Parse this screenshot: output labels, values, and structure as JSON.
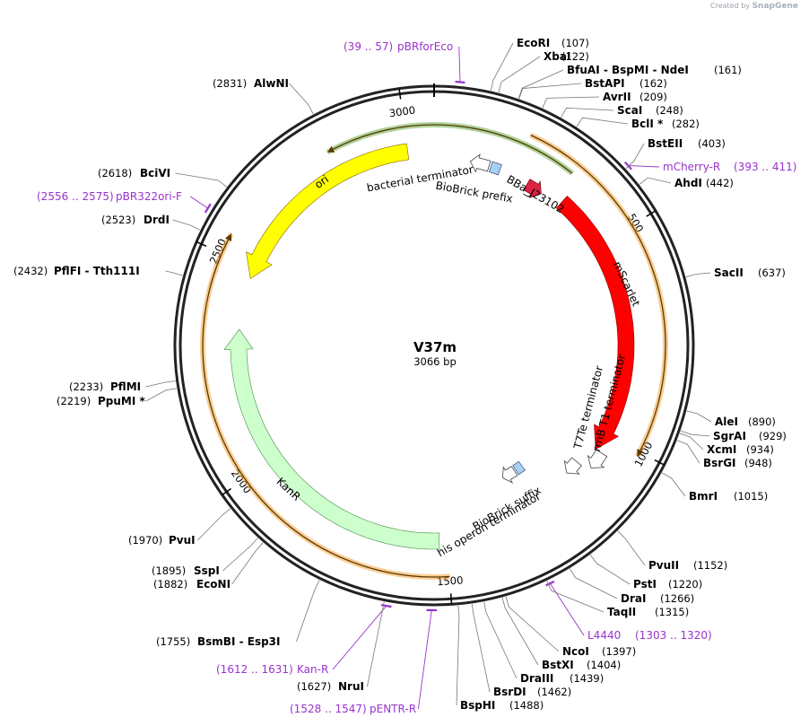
{
  "brand": {
    "prefix": "Created by",
    "name": "SnapGene"
  },
  "plasmid": {
    "name": "V37m",
    "length_label": "3066 bp",
    "length": 3066
  },
  "ticks": [
    {
      "pos": 500,
      "label": "500"
    },
    {
      "pos": 1000,
      "label": "1000"
    },
    {
      "pos": 1500,
      "label": "1500"
    },
    {
      "pos": 2000,
      "label": "2000"
    },
    {
      "pos": 2500,
      "label": "2500"
    },
    {
      "pos": 3000,
      "label": "3000"
    }
  ],
  "sites": [
    {
      "name": "EcoRI",
      "pos": 107,
      "pos_label": "(107)"
    },
    {
      "name": "XbaI",
      "pos": 122,
      "pos_label": "(122)"
    },
    {
      "name": "BfuAI  -  BspMI  -  NdeI",
      "pos": 161,
      "pos_label": "(161)"
    },
    {
      "name": "BstAPI",
      "pos": 162,
      "pos_label": "(162)"
    },
    {
      "name": "AvrII",
      "pos": 209,
      "pos_label": "(209)"
    },
    {
      "name": "ScaI",
      "pos": 248,
      "pos_label": "(248)"
    },
    {
      "name": "BclI *",
      "pos": 282,
      "pos_label": "(282)"
    },
    {
      "name": "BstEII",
      "pos": 403,
      "pos_label": "(403)"
    },
    {
      "name": "AhdI",
      "pos": 442,
      "pos_label": "(442)"
    },
    {
      "name": "SacII",
      "pos": 637,
      "pos_label": "(637)"
    },
    {
      "name": "AleI",
      "pos": 890,
      "pos_label": "(890)"
    },
    {
      "name": "SgrAI",
      "pos": 929,
      "pos_label": "(929)"
    },
    {
      "name": "XcmI",
      "pos": 934,
      "pos_label": "(934)"
    },
    {
      "name": "BsrGI",
      "pos": 948,
      "pos_label": "(948)"
    },
    {
      "name": "BmrI",
      "pos": 1015,
      "pos_label": "(1015)"
    },
    {
      "name": "PvuII",
      "pos": 1152,
      "pos_label": "(1152)"
    },
    {
      "name": "PstI",
      "pos": 1220,
      "pos_label": "(1220)"
    },
    {
      "name": "DraI",
      "pos": 1266,
      "pos_label": "(1266)"
    },
    {
      "name": "TaqII",
      "pos": 1315,
      "pos_label": "(1315)"
    },
    {
      "name": "NcoI",
      "pos": 1397,
      "pos_label": "(1397)"
    },
    {
      "name": "BstXI",
      "pos": 1404,
      "pos_label": "(1404)"
    },
    {
      "name": "DraIII",
      "pos": 1439,
      "pos_label": "(1439)"
    },
    {
      "name": "BsrDI",
      "pos": 1462,
      "pos_label": "(1462)"
    },
    {
      "name": "BspHI",
      "pos": 1488,
      "pos_label": "(1488)"
    },
    {
      "name": "NruI",
      "pos": 1627,
      "pos_label": "(1627)"
    },
    {
      "name": "BsmBI  -  Esp3I",
      "pos": 1755,
      "pos_label": "(1755)"
    },
    {
      "name": "EcoNI",
      "pos": 1882,
      "pos_label": "(1882)"
    },
    {
      "name": "SspI",
      "pos": 1895,
      "pos_label": "(1895)"
    },
    {
      "name": "PvuI",
      "pos": 1970,
      "pos_label": "(1970)"
    },
    {
      "name": "PpuMI *",
      "pos": 2219,
      "pos_label": "(2219)"
    },
    {
      "name": "PflMI",
      "pos": 2233,
      "pos_label": "(2233)"
    },
    {
      "name": "PflFI  -  Tth111I",
      "pos": 2432,
      "pos_label": "(2432)"
    },
    {
      "name": "DrdI",
      "pos": 2523,
      "pos_label": "(2523)"
    },
    {
      "name": "BciVI",
      "pos": 2618,
      "pos_label": "(2618)"
    },
    {
      "name": "AlwNI",
      "pos": 2831,
      "pos_label": "(2831)"
    }
  ],
  "primers": [
    {
      "name": "pBRforEco",
      "range_label": "(39 .. 57)",
      "start": 39,
      "end": 57
    },
    {
      "name": "mCherry-R",
      "range_label": "(393 .. 411)",
      "start": 393,
      "end": 411
    },
    {
      "name": "L4440",
      "range_label": "(1303 .. 1320)",
      "start": 1303,
      "end": 1320
    },
    {
      "name": "pENTR-R",
      "range_label": "(1528 .. 1547)",
      "start": 1528,
      "end": 1547
    },
    {
      "name": "Kan-R",
      "range_label": "(1612 .. 1631)",
      "start": 1612,
      "end": 1631
    },
    {
      "name": "pBR322ori-F",
      "range_label": "(2556 .. 2575)",
      "start": 2556,
      "end": 2575
    }
  ],
  "features": [
    {
      "name": "mScarlet",
      "color": "#ff0000"
    },
    {
      "name": "ori",
      "color": "#ffff00"
    },
    {
      "name": "KanR",
      "color": "#ccffcc"
    },
    {
      "name": "BBa_J23102",
      "color": "#dd2244"
    },
    {
      "name": "BioBrick prefix",
      "color": "#a6d1f5"
    },
    {
      "name": "BioBrick suffix",
      "color": "#a6d1f5"
    },
    {
      "name": "bacterial terminator",
      "color": "#ffffff"
    },
    {
      "name": "T7Te terminator",
      "color": "#ffffff"
    },
    {
      "name": "rrnB T1 terminator",
      "color": "#ffffff"
    },
    {
      "name": "his operon terminator",
      "color": "#ffffff"
    }
  ],
  "colors": {
    "primer": "#9933cc",
    "orange_orf": "#f4a640",
    "green_orf": "#6ab04c"
  }
}
